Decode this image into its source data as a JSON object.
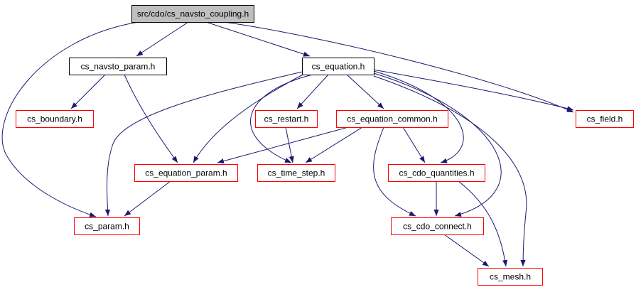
{
  "graph": {
    "nodes": [
      {
        "id": "root",
        "label": "src/cdo/cs_navsto_coupling.h",
        "style": "root"
      },
      {
        "id": "navsto_param",
        "label": "cs_navsto_param.h",
        "style": "normal"
      },
      {
        "id": "equation",
        "label": "cs_equation.h",
        "style": "normal"
      },
      {
        "id": "boundary",
        "label": "cs_boundary.h",
        "style": "truncated"
      },
      {
        "id": "restart",
        "label": "cs_restart.h",
        "style": "truncated"
      },
      {
        "id": "equation_common",
        "label": "cs_equation_common.h",
        "style": "truncated"
      },
      {
        "id": "field",
        "label": "cs_field.h",
        "style": "truncated"
      },
      {
        "id": "equation_param",
        "label": "cs_equation_param.h",
        "style": "truncated"
      },
      {
        "id": "time_step",
        "label": "cs_time_step.h",
        "style": "truncated"
      },
      {
        "id": "cdo_quantities",
        "label": "cs_cdo_quantities.h",
        "style": "truncated"
      },
      {
        "id": "param",
        "label": "cs_param.h",
        "style": "truncated"
      },
      {
        "id": "cdo_connect",
        "label": "cs_cdo_connect.h",
        "style": "truncated"
      },
      {
        "id": "mesh",
        "label": "cs_mesh.h",
        "style": "truncated"
      }
    ],
    "edges": [
      {
        "from": "root",
        "to": "navsto_param"
      },
      {
        "from": "root",
        "to": "equation"
      },
      {
        "from": "root",
        "to": "field"
      },
      {
        "from": "root",
        "to": "param"
      },
      {
        "from": "navsto_param",
        "to": "boundary"
      },
      {
        "from": "navsto_param",
        "to": "equation_param"
      },
      {
        "from": "equation",
        "to": "restart"
      },
      {
        "from": "equation",
        "to": "equation_common"
      },
      {
        "from": "equation",
        "to": "field"
      },
      {
        "from": "equation",
        "to": "equation_param"
      },
      {
        "from": "equation",
        "to": "time_step"
      },
      {
        "from": "equation",
        "to": "param"
      },
      {
        "from": "equation",
        "to": "cdo_quantities"
      },
      {
        "from": "equation",
        "to": "cdo_connect"
      },
      {
        "from": "equation",
        "to": "mesh"
      },
      {
        "from": "restart",
        "to": "time_step"
      },
      {
        "from": "equation_common",
        "to": "equation_param"
      },
      {
        "from": "equation_common",
        "to": "time_step"
      },
      {
        "from": "equation_common",
        "to": "cdo_quantities"
      },
      {
        "from": "equation_common",
        "to": "cdo_connect"
      },
      {
        "from": "equation_param",
        "to": "param"
      },
      {
        "from": "cdo_quantities",
        "to": "cdo_connect"
      },
      {
        "from": "cdo_quantities",
        "to": "mesh"
      },
      {
        "from": "cdo_connect",
        "to": "mesh"
      }
    ]
  },
  "colors": {
    "edge": "#191970",
    "normal_border": "#000000",
    "truncated_border": "#ff0000",
    "root_fill": "#bfbfbf",
    "text": "#000000"
  }
}
